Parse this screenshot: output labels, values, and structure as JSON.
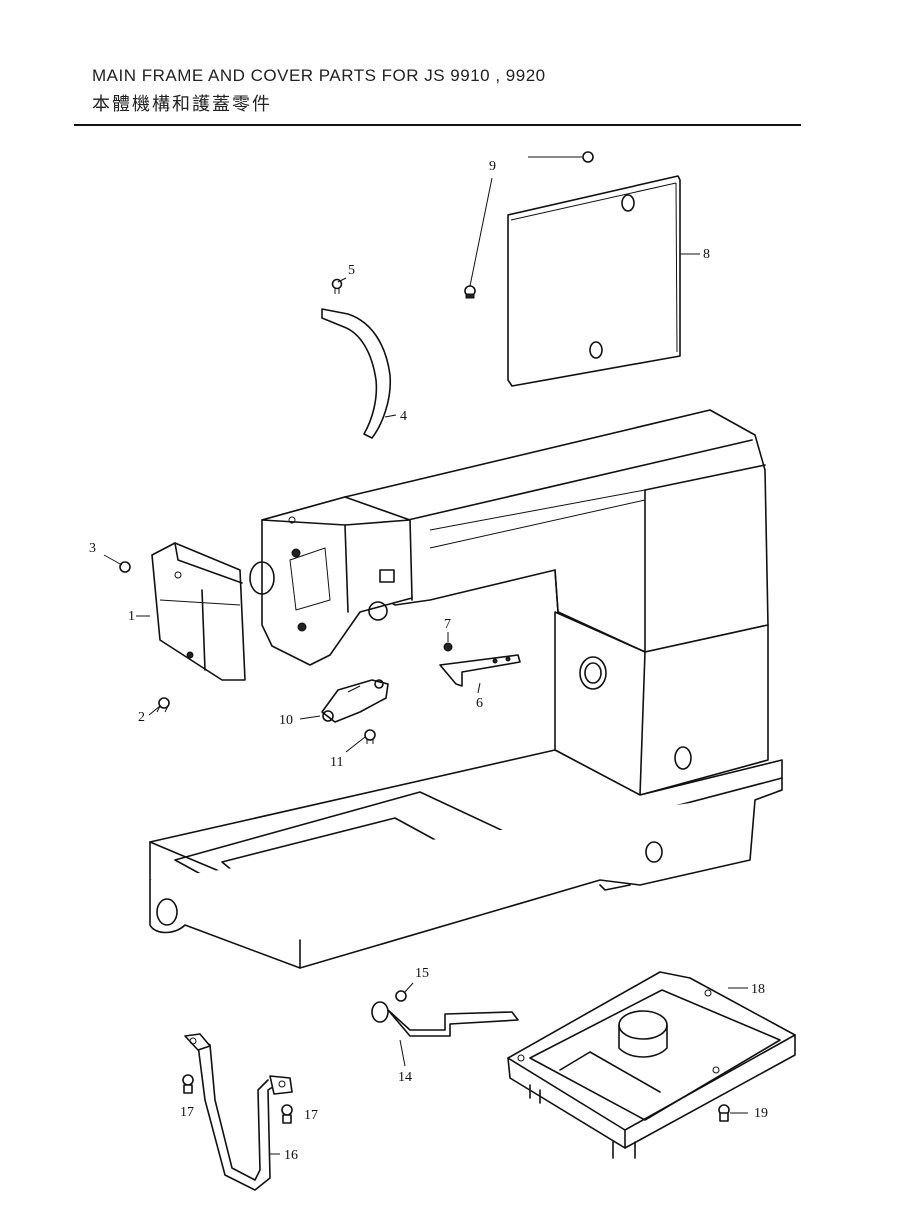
{
  "header": {
    "title_en": "MAIN FRAME AND COVER PARTS FOR JS 9910 , 9920",
    "title_zh": "本體機構和護蓋零件"
  },
  "callouts": [
    {
      "id": "part-1",
      "number": "1"
    },
    {
      "id": "part-2",
      "number": "2"
    },
    {
      "id": "part-3",
      "number": "3"
    },
    {
      "id": "part-4",
      "number": "4"
    },
    {
      "id": "part-5",
      "number": "5"
    },
    {
      "id": "part-6",
      "number": "6"
    },
    {
      "id": "part-7",
      "number": "7"
    },
    {
      "id": "part-8",
      "number": "8"
    },
    {
      "id": "part-9",
      "number": "9"
    },
    {
      "id": "part-10",
      "number": "10"
    },
    {
      "id": "part-11",
      "number": "11"
    },
    {
      "id": "part-14",
      "number": "14"
    },
    {
      "id": "part-15",
      "number": "15"
    },
    {
      "id": "part-16",
      "number": "16"
    },
    {
      "id": "part-17a",
      "number": "17"
    },
    {
      "id": "part-17b",
      "number": "17"
    },
    {
      "id": "part-18",
      "number": "18"
    },
    {
      "id": "part-19",
      "number": "19"
    }
  ]
}
